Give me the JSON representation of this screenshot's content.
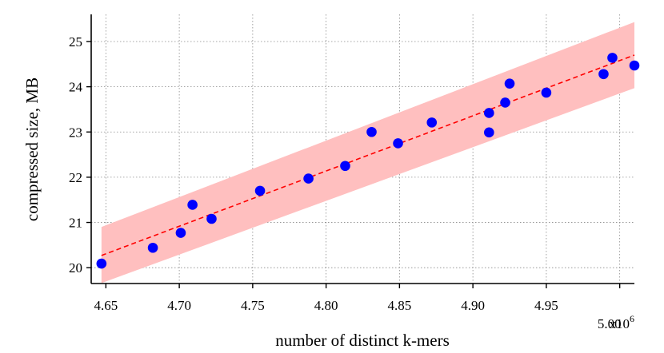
{
  "chart_data": {
    "type": "scatter",
    "xlabel": "number of distinct k-mers",
    "ylabel": "compressed size, MB",
    "x_multiplier_label": "x10",
    "x_multiplier_exponent": "6",
    "xlim": [
      4.64,
      5.01
    ],
    "ylim": [
      19.65,
      25.6
    ],
    "x_ticks": [
      4.65,
      4.7,
      4.75,
      4.8,
      4.85,
      4.9,
      4.95,
      5.0
    ],
    "x_tick_labels": [
      "4.65",
      "4.70",
      "4.75",
      "4.80",
      "4.85",
      "4.90",
      "4.95",
      "5.00"
    ],
    "y_ticks": [
      20,
      21,
      22,
      23,
      24,
      25
    ],
    "y_tick_labels": [
      "20",
      "21",
      "22",
      "23",
      "24",
      "25"
    ],
    "grid": true,
    "series": [
      {
        "type": "scatter",
        "color": "#0000ff",
        "x": [
          4.647,
          4.682,
          4.701,
          4.709,
          4.722,
          4.755,
          4.788,
          4.813,
          4.831,
          4.849,
          4.872,
          4.911,
          4.911,
          4.922,
          4.925,
          4.95,
          4.989,
          4.995,
          5.01
        ],
        "y": [
          20.09,
          20.44,
          20.77,
          21.39,
          21.08,
          21.7,
          21.97,
          22.25,
          23.0,
          22.75,
          23.21,
          23.42,
          22.99,
          23.65,
          24.07,
          23.87,
          24.28,
          24.64,
          24.47
        ]
      },
      {
        "type": "line",
        "style": "dashed",
        "color": "#ff0000",
        "x": [
          4.647,
          5.01
        ],
        "y": [
          20.27,
          24.7
        ]
      },
      {
        "type": "band",
        "color": "#ffbfbf",
        "x": [
          4.647,
          5.01
        ],
        "lower": [
          19.66,
          23.97
        ],
        "upper": [
          20.9,
          25.43
        ]
      }
    ]
  }
}
